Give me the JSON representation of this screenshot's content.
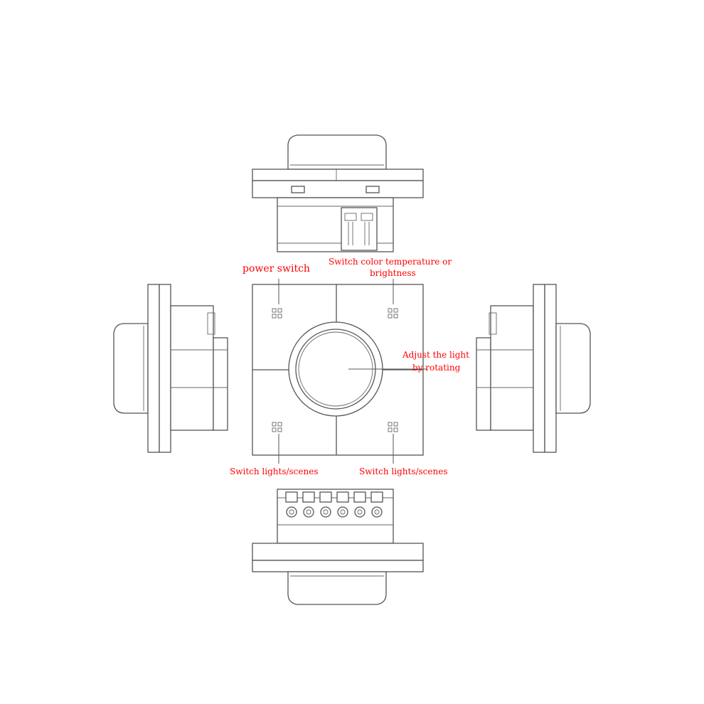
{
  "labels": {
    "power_switch": "power switch",
    "switch_color_line1": "Switch color temperature or",
    "switch_color_line2": "brightness",
    "adjust_line1": "Adjust the light",
    "adjust_line2": "by rotating",
    "switch_lights_left": "Switch lights/scenes",
    "switch_lights_right": "Switch lights/scenes"
  },
  "colors": {
    "annotation": "#ff0000",
    "drawing_line": "#555555",
    "background": "#ffffff"
  }
}
